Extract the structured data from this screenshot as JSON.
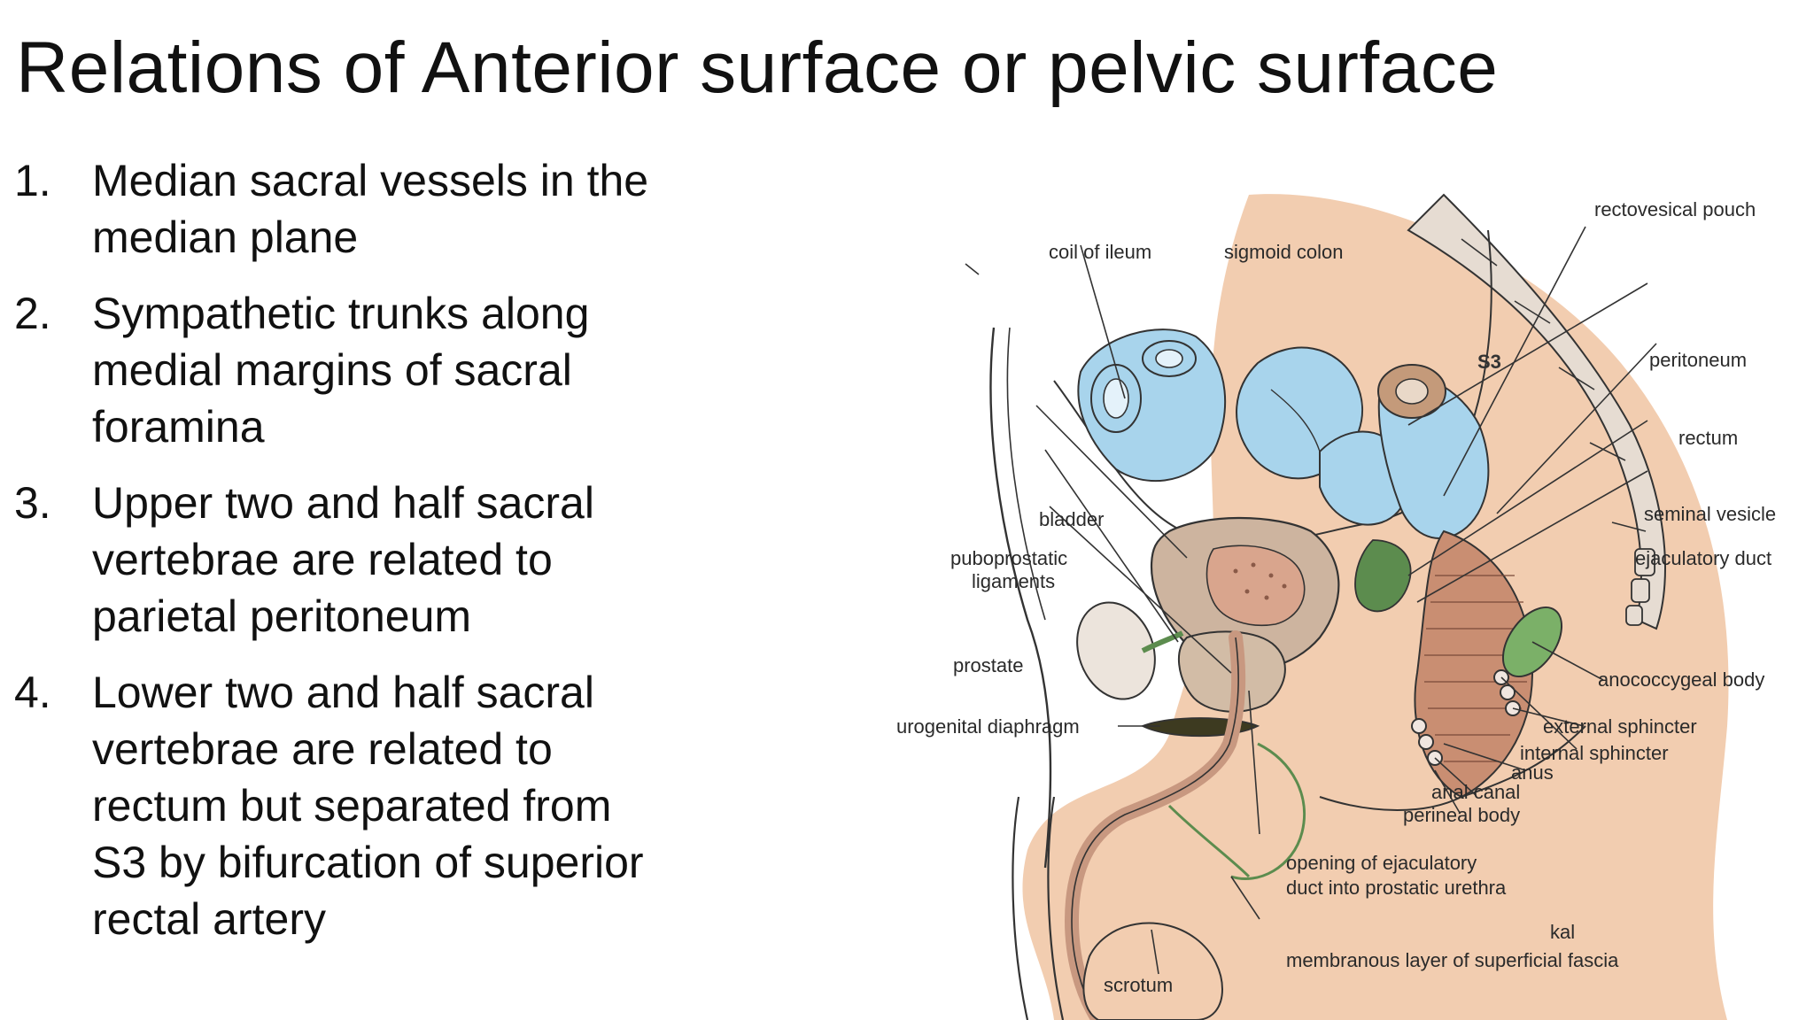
{
  "slide": {
    "title": "Relations of Anterior surface or pelvic surface",
    "points": [
      {
        "number": "1.",
        "lines": [
          "Median sacral vessels in the",
          "median plane"
        ]
      },
      {
        "number": "2.",
        "lines": [
          "Sympathetic trunks along",
          "medial margins of sacral",
          "foramina"
        ]
      },
      {
        "number": "3.",
        "lines": [
          "Upper two and half sacral",
          "vertebrae are related to",
          "parietal peritoneum"
        ]
      },
      {
        "number": "4.",
        "lines": [
          "Lower two and half sacral",
          "vertebrae are related to",
          "rectum but separated from",
          "S3 by bifurcation of superior",
          "rectal artery"
        ]
      }
    ]
  },
  "figure": {
    "labels": {
      "rectovesical_pouch": "rectovesical pouch",
      "coil_of_ileum": "coil of ileum",
      "sigmoid_colon": "sigmoid colon",
      "s3": "S3",
      "peritoneum": "peritoneum",
      "rectum": "rectum",
      "bladder": "bladder",
      "seminal_vesicle": "seminal vesicle",
      "puboprostatic_1": "puboprostatic",
      "puboprostatic_2": "ligaments",
      "ejaculatory_duct": "ejaculatory duct",
      "prostate": "prostate",
      "anococcygeal_body": "anococcygeal body",
      "urogenital_diaphragm": "urogenital diaphragm",
      "external_sphincter": "external sphincter",
      "internal_sphincter": "internal sphincter",
      "anus": "anus",
      "anal_canal": "anal canal",
      "perineal_body": "perineal body",
      "opening_1": "opening of ejaculatory",
      "opening_2": "duct into prostatic urethra",
      "membranous_layer": "membranous layer of superficial fascia",
      "scrotum": "scrotum",
      "artist_mark": "kal"
    },
    "colors": {
      "skin": "#f2cdb0",
      "bowel": "#a8d4ec",
      "bladder": "#cdb49f",
      "prostate_mucosa": "#d9a58d",
      "rectum_wall": "#c98e72",
      "sacrum": "#e6dcd2",
      "ligament_green": "#5c8c4e",
      "outline": "#333333"
    }
  }
}
